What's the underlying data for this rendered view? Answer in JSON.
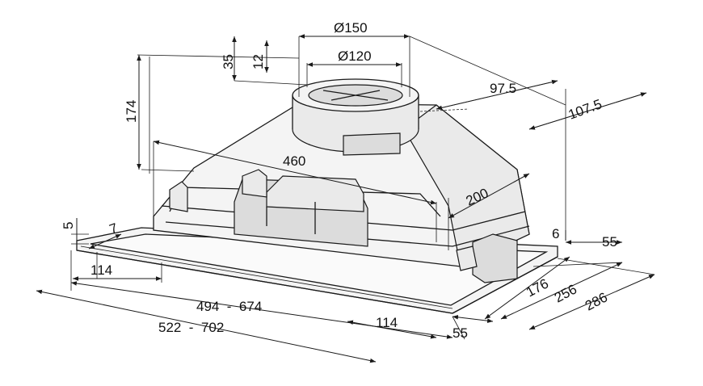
{
  "dimensions": {
    "d150": "Ø150",
    "d120": "Ø120",
    "h35": "35",
    "h12": "12",
    "h174": "174",
    "w460": "460",
    "d97_5": "97.5",
    "d107_5": "107.5",
    "w200": "200",
    "h5": "5",
    "w7": "7",
    "w114_left": "114",
    "w494_674": "494  -  674",
    "w522_702": "522  -  702",
    "w114_bottom": "114",
    "w55_bottom": "55",
    "w6": "6",
    "w55_right": "55",
    "w176": "176",
    "w256": "256",
    "w286": "286"
  }
}
